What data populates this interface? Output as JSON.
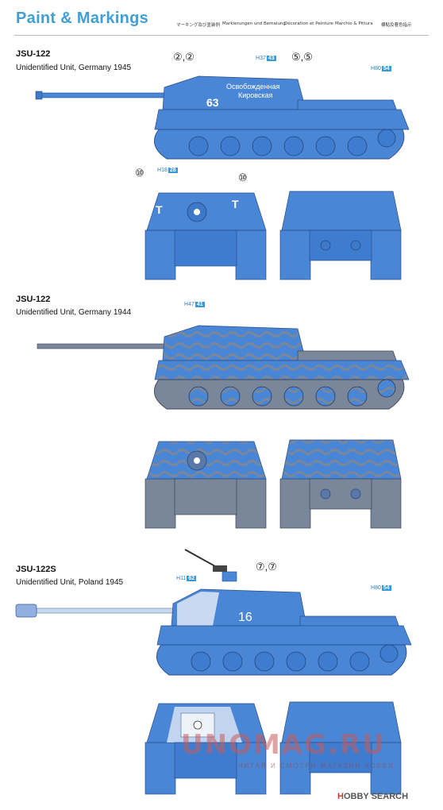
{
  "page": {
    "title": "Paint & Markings",
    "languages": [
      "マーキング及び塗装例",
      "Markierungen und Bemalung",
      "Décoration et Peinture",
      "Marchio & Pittura",
      "標貼及著色指示"
    ]
  },
  "sections": [
    {
      "name": "JSU-122",
      "unit": "Unidentified Unit, Germany 1945",
      "hull_number": "63",
      "slogan_line1": "Освобожденная",
      "slogan_line2": "Кировская",
      "callout_left": "②,②",
      "callout_right": "⑤,⑤",
      "callout_front_left": "⑩",
      "callout_front_right": "⑩",
      "codes": [
        {
          "prefix": "H",
          "num1": "37",
          "num2": "43"
        },
        {
          "prefix": "H",
          "num1": "80",
          "num2": "54"
        },
        {
          "prefix": "H",
          "num1": "18",
          "num2": "28"
        }
      ],
      "front_marks": [
        "T",
        "T"
      ]
    },
    {
      "name": "JSU-122",
      "unit": "Unidentified Unit, Germany 1944",
      "codes": [
        {
          "prefix": "H",
          "num1": "47",
          "num2": "41"
        }
      ]
    },
    {
      "name": "JSU-122S",
      "unit": "Unidentified Unit, Poland 1945",
      "hull_number": "16",
      "callout": "⑦,⑦",
      "codes": [
        {
          "prefix": "H",
          "num1": "11",
          "num2": "62"
        },
        {
          "prefix": "H",
          "num1": "80",
          "num2": "54"
        }
      ]
    }
  ],
  "watermark": {
    "text": "UNOMAG.RU",
    "sub": "ЧИТАЙ И СМОТРИ МАГАЗИН ХОББИ",
    "brand_a": "H",
    "brand_b": "OBBY SEARCH"
  },
  "colors": {
    "title": "#3f9fd7",
    "tank_blue": "#4a86d6",
    "tank_dark": "#2f5fa8",
    "camo_grey": "#7a869a"
  }
}
